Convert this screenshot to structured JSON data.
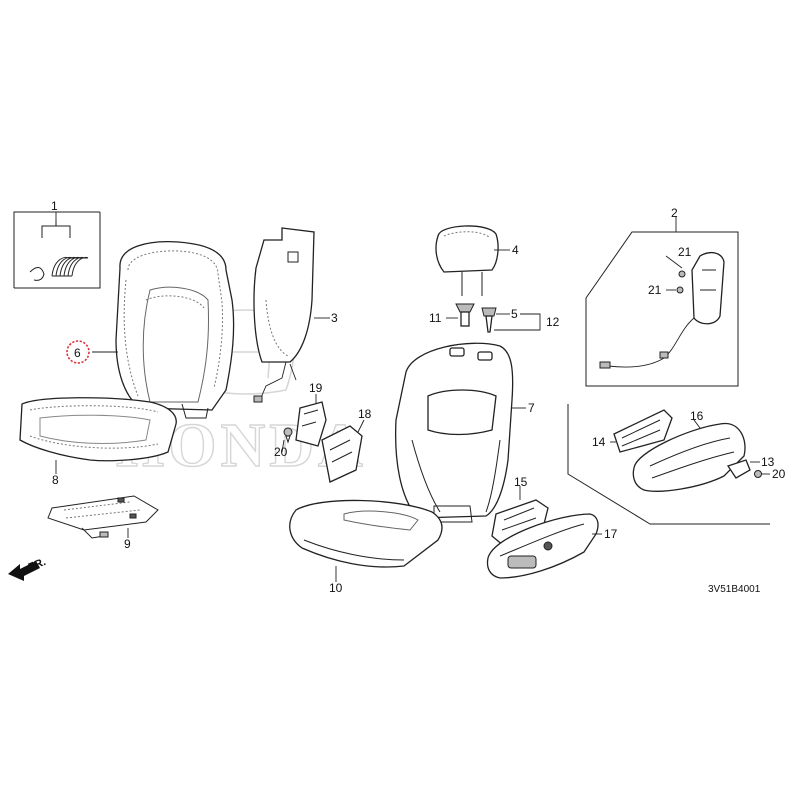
{
  "diagram": {
    "brand_watermark": "HONDA",
    "figure_code": "3V51B4001",
    "direction_marker": "FR.",
    "highlight_color": "#e0303a",
    "highlighted_part": "6",
    "callouts": {
      "p1": "1",
      "p2": "2",
      "p3": "3",
      "p4": "4",
      "p5": "5",
      "p6": "6",
      "p7": "7",
      "p8": "8",
      "p9": "9",
      "p10": "10",
      "p11": "11",
      "p12": "12",
      "p13": "13",
      "p14": "14",
      "p15": "15",
      "p16": "16",
      "p17": "17",
      "p18": "18",
      "p19": "19",
      "p20a": "20",
      "p20b": "20",
      "p21a": "21",
      "p21b": "21"
    }
  }
}
